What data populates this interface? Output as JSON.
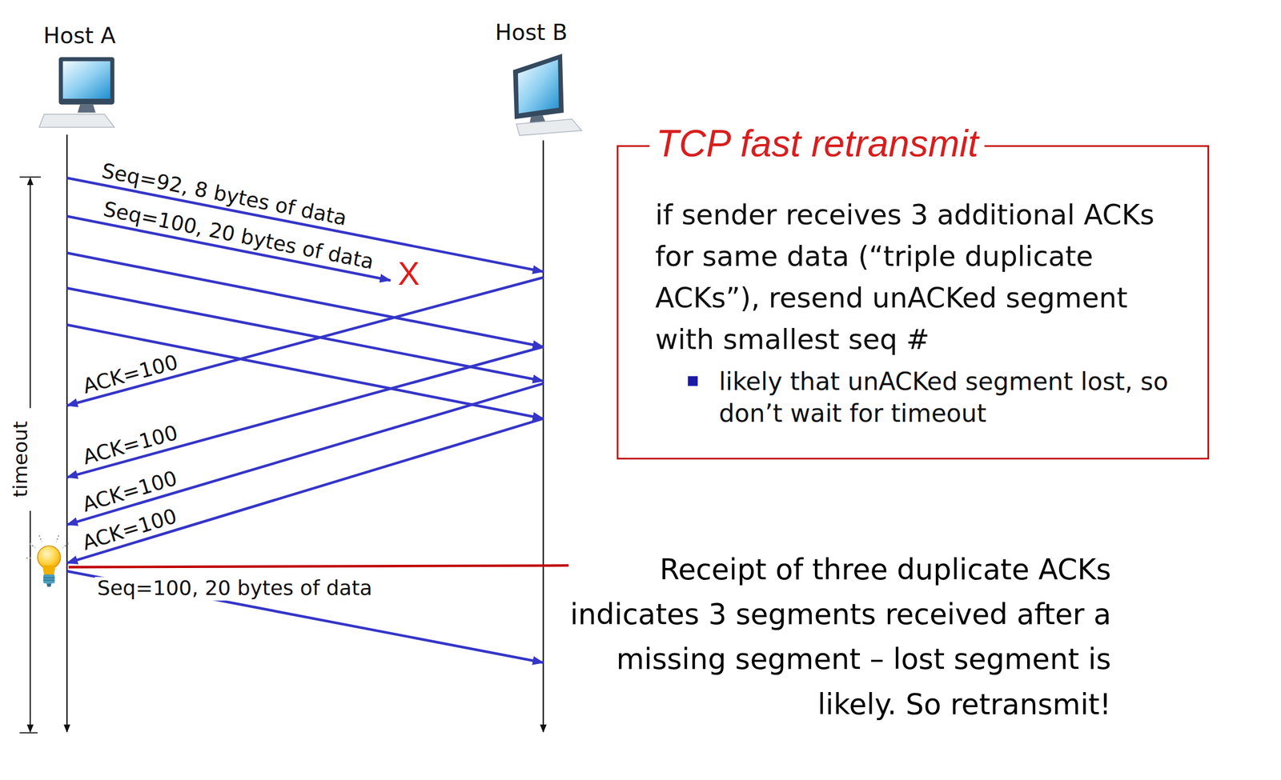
{
  "diagram": {
    "nodes": [
      {
        "text": [
          "TCP fast retransmit",
          "if sender receives 3 additional ACKs for same data (“triple duplicate ACKs”), resend unACKed segment with smallest seq #",
          "likely that unACKed segment lost, so don’t wait for timeout"
        ]
      }
    ],
    "labels": [
      "Host A",
      "Host B",
      "Seq=92, 8 bytes of data",
      "Seq=100, 20 bytes of data",
      "X",
      "ACK=100",
      "ACK=100",
      "ACK=100",
      "ACK=100",
      "timeout",
      "Seq=100, 20 bytes of data",
      "Receipt of three duplicate ACKs indicates 3 segments received after a missing segment – lost segment is likely. So retransmit!"
    ]
  }
}
